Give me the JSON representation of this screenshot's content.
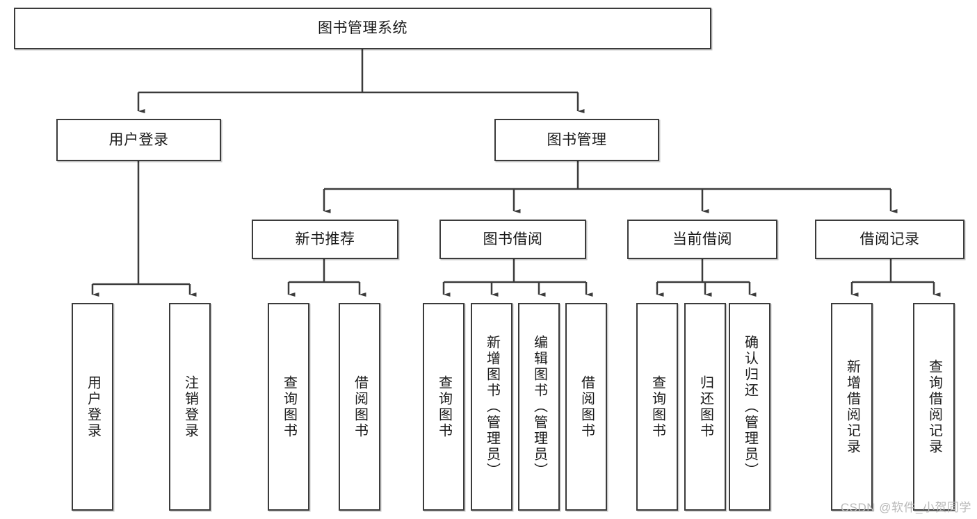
{
  "diagram": {
    "type": "tree-hierarchy",
    "title": "图书管理系统",
    "watermark": "CSDN @软件_小贺同学",
    "colors": {
      "stroke": "#3b3b3b",
      "fill": "#ffffff",
      "text": "#1a1a1a",
      "watermark": "#b9b9b9"
    },
    "root": {
      "label": "图书管理系统"
    },
    "level2": [
      {
        "id": "user-login",
        "label": "用户登录"
      },
      {
        "id": "book-manage",
        "label": "图书管理"
      }
    ],
    "level3": [
      {
        "id": "new-book-rec",
        "label": "新书推荐",
        "parent": "book-manage"
      },
      {
        "id": "book-borrow",
        "label": "图书借阅",
        "parent": "book-manage"
      },
      {
        "id": "current-borrow",
        "label": "当前借阅",
        "parent": "book-manage"
      },
      {
        "id": "borrow-record",
        "label": "借阅记录",
        "parent": "book-manage"
      }
    ],
    "leaves": [
      {
        "id": "leaf-user-login",
        "label": "用户登录",
        "parent": "user-login"
      },
      {
        "id": "leaf-user-logout",
        "label": "注销登录",
        "parent": "user-login"
      },
      {
        "id": "leaf-query-book-1",
        "label": "查询图书",
        "parent": "new-book-rec"
      },
      {
        "id": "leaf-borrow-book-1",
        "label": "借阅图书",
        "parent": "new-book-rec"
      },
      {
        "id": "leaf-query-book-2",
        "label": "查询图书",
        "parent": "book-borrow"
      },
      {
        "id": "leaf-add-book",
        "label": "新增图书（管理员）",
        "parent": "book-borrow"
      },
      {
        "id": "leaf-edit-book",
        "label": "编辑图书（管理员）",
        "parent": "book-borrow"
      },
      {
        "id": "leaf-borrow-book-2",
        "label": "借阅图书",
        "parent": "book-borrow"
      },
      {
        "id": "leaf-query-book-3",
        "label": "查询图书",
        "parent": "current-borrow"
      },
      {
        "id": "leaf-return-book",
        "label": "归还图书",
        "parent": "current-borrow"
      },
      {
        "id": "leaf-confirm-return",
        "label": "确认归还（管理员）",
        "parent": "current-borrow"
      },
      {
        "id": "leaf-add-record",
        "label": "新增借阅记录",
        "parent": "borrow-record"
      },
      {
        "id": "leaf-query-record",
        "label": "查询借阅记录",
        "parent": "borrow-record"
      }
    ]
  }
}
